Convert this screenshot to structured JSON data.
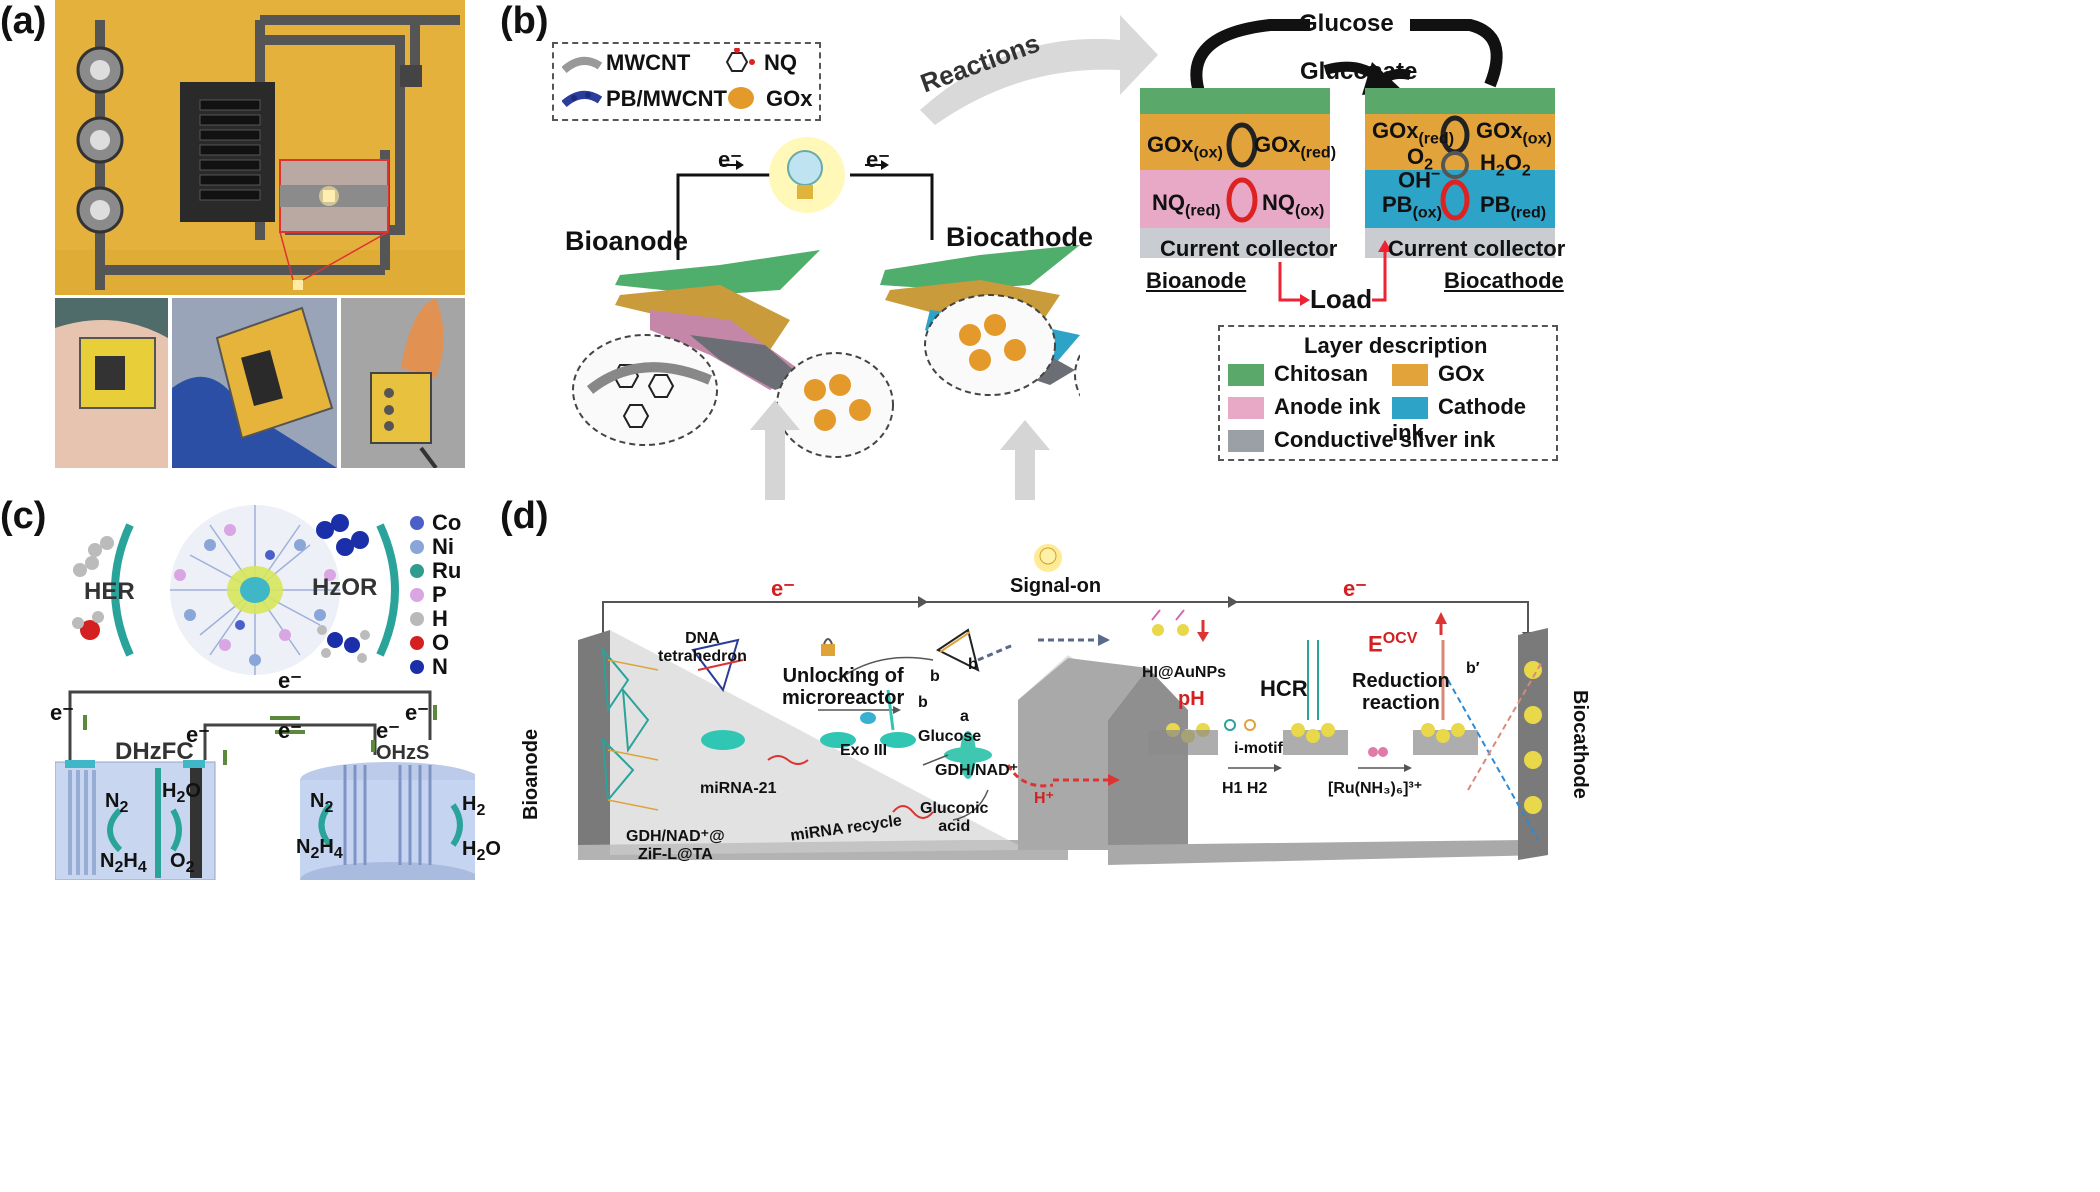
{
  "panels": {
    "a": "(a)",
    "b": "(b)",
    "c": "(c)",
    "d": "(d)"
  },
  "b": {
    "legend": {
      "mwcnt": "MWCNT",
      "pbmwcnt": "PB/MWCNT",
      "nq": "NQ",
      "gox": "GOx"
    },
    "reactions": "Reactions",
    "electron": "e⁻",
    "bioanode": "Bioanode",
    "biocathode": "Biocathode",
    "glucose": "Glucose",
    "gluconate": "Gluconate",
    "anode_stack": {
      "gox_ox": "GOx",
      "gox_ox_sub": "(ox)",
      "gox_red": "GOx",
      "gox_red_sub": "(red)",
      "nq_red": "NQ",
      "nq_red_sub": "(red)",
      "nq_ox": "NQ",
      "nq_ox_sub": "(ox)",
      "collector": "Current collector"
    },
    "cathode_stack": {
      "gox_red": "GOx",
      "gox_red_sub": "(red)",
      "gox_ox": "GOx",
      "gox_ox_sub": "(ox)",
      "o2": "O",
      "o2_sub": "2",
      "h2o2": "H",
      "h2o2_sub1": "2",
      "h2o2_mid": "O",
      "h2o2_sub2": "2",
      "oh": "OH",
      "oh_sup": "−",
      "pb_ox": "PB",
      "pb_ox_sub": "(ox)",
      "pb_red": "PB",
      "pb_red_sub": "(red)",
      "collector": "Current collector"
    },
    "bioanode_label": "Bioanode",
    "biocathode_label": "Biocathode",
    "load": "Load",
    "layer_title": "Layer description",
    "layers": [
      {
        "name": "Chitosan",
        "color": "#5aa86a"
      },
      {
        "name": "GOx",
        "color": "#e2a33a"
      },
      {
        "name": "Anode ink",
        "color": "#e8a9c6"
      },
      {
        "name": "Cathode ink",
        "color": "#2ea3c8"
      },
      {
        "name": "Conductive silver ink",
        "color": "#9aa0a6"
      }
    ]
  },
  "c": {
    "her": "HER",
    "hzor": "HzOR",
    "elements": [
      {
        "sym": "Co",
        "color": "#4b5fc9"
      },
      {
        "sym": "Ni",
        "color": "#8aa6d8"
      },
      {
        "sym": "Ru",
        "color": "#2f9c8e"
      },
      {
        "sym": "P",
        "color": "#d9a6e3"
      },
      {
        "sym": "H",
        "color": "#b9b9b9"
      },
      {
        "sym": "O",
        "color": "#d42020"
      },
      {
        "sym": "N",
        "color": "#1b2fa8"
      }
    ],
    "electron": "e⁻",
    "dhzfc": "DHzFC",
    "ohzs": "OHzS",
    "n2": "N",
    "n2_sub": "2",
    "n2h4": "N",
    "n2h4_sub1": "2",
    "n2h4_mid": "H",
    "n2h4_sub2": "4",
    "h2o": "H",
    "h2o_sub": "2",
    "h2o_end": "O",
    "o2": "O",
    "o2_sub": "2",
    "h2": "H",
    "h2_sub": "2"
  },
  "d": {
    "electron": "e⁻",
    "signal_on": "Signal-on",
    "bioanode": "Bioanode",
    "biocathode": "Biocathode",
    "dna_tetrahedron": "DNA\ntetrahedron",
    "unlocking": "Unlocking of\nmicroreactor",
    "b": "b",
    "a": "a",
    "glucose": "Glucose",
    "exo": "Exo III",
    "mirna": "miRNA-21",
    "gdh": "GDH/NAD⁺",
    "gluconic": "Gluconic\nacid",
    "hplus": "H⁺",
    "mirna_recycle": "miRNA recycle",
    "gdh_zif": "GDH/NAD⁺@\nZiF-L@TA",
    "hi_aunps": "HI@AuNPs",
    "ph": "pH",
    "imotif": "i-motif",
    "h1h2": "H1 H2",
    "hcr": "HCR",
    "ru": "[Ru(NH₃)₆]³⁺",
    "eocv": "E",
    "eocv_sup": "OCV",
    "reduction": "Reduction\nreaction",
    "bprime": "b′"
  }
}
